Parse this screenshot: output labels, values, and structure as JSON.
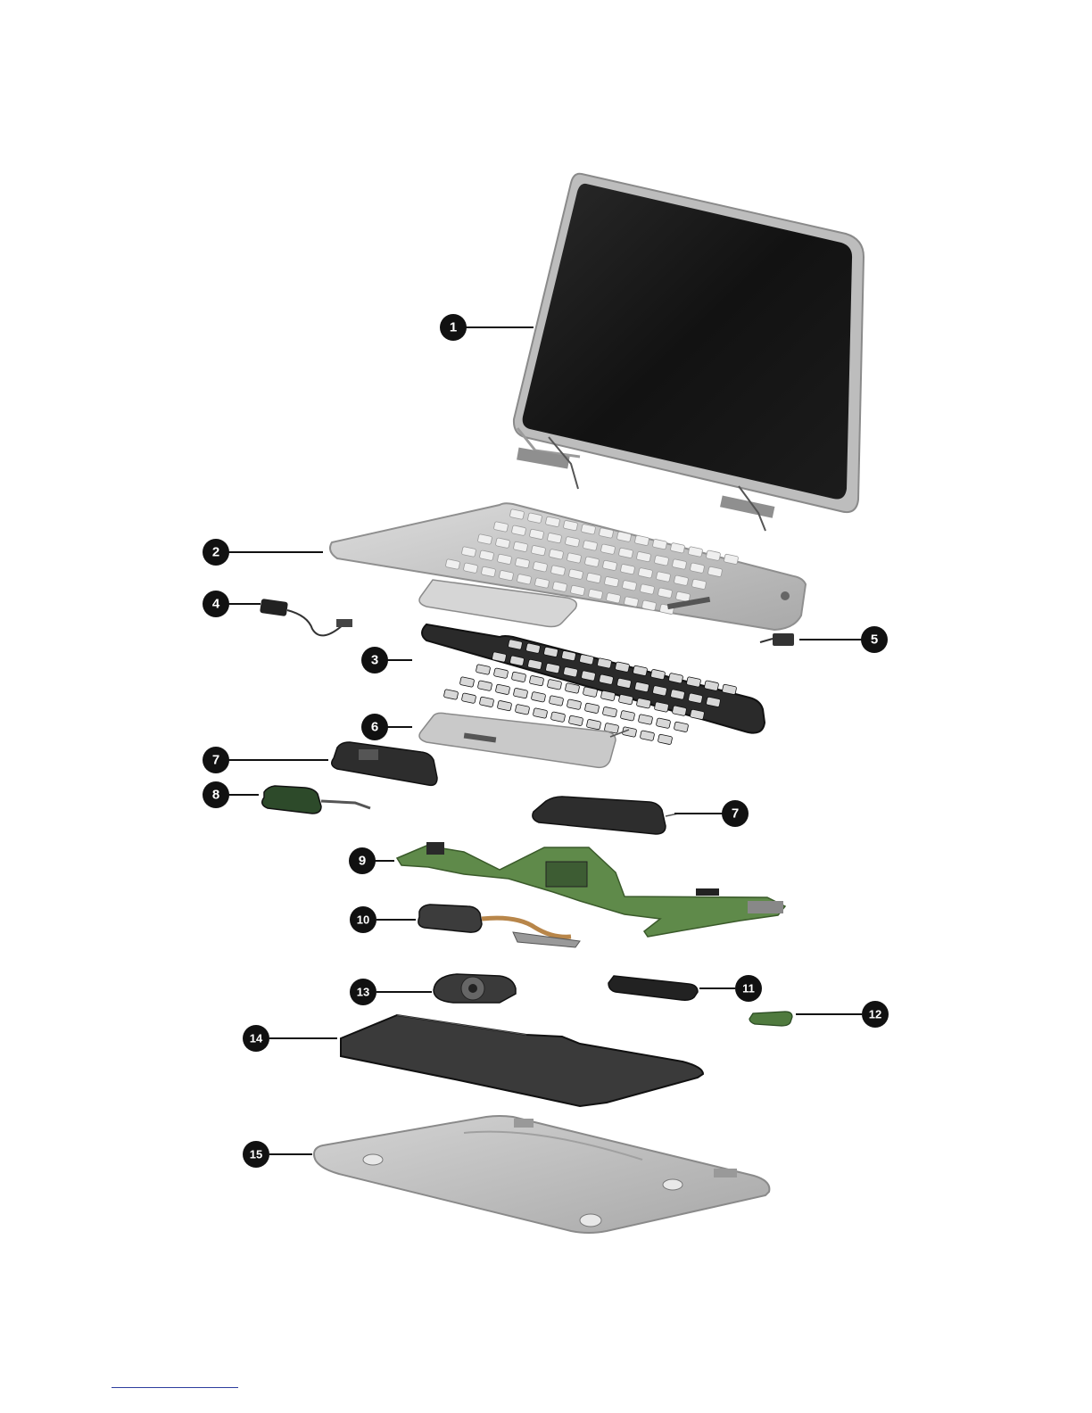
{
  "figure": {
    "type": "exploded-view",
    "callouts": [
      {
        "id": "1",
        "label": "1"
      },
      {
        "id": "2",
        "label": "2"
      },
      {
        "id": "3",
        "label": "3"
      },
      {
        "id": "4",
        "label": "4"
      },
      {
        "id": "5",
        "label": "5"
      },
      {
        "id": "6",
        "label": "6"
      },
      {
        "id": "7a",
        "label": "7"
      },
      {
        "id": "7b",
        "label": "7"
      },
      {
        "id": "8",
        "label": "8"
      },
      {
        "id": "9",
        "label": "9"
      },
      {
        "id": "10",
        "label": "10"
      },
      {
        "id": "11",
        "label": "11"
      },
      {
        "id": "12",
        "label": "12"
      },
      {
        "id": "13",
        "label": "13"
      },
      {
        "id": "14",
        "label": "14"
      },
      {
        "id": "15",
        "label": "15"
      }
    ]
  },
  "colors": {
    "callout_fill": "#111111",
    "display_panel": "#141414",
    "display_bezel": "#b9b9b9",
    "top_cover": "#cfcfcf",
    "keyboard": "#2a2a2a",
    "board_green": "#5f8a4a",
    "battery": "#3a3a3a",
    "bottom_cover": "#c8c8c8",
    "link_rule": "#2c3e9e"
  }
}
